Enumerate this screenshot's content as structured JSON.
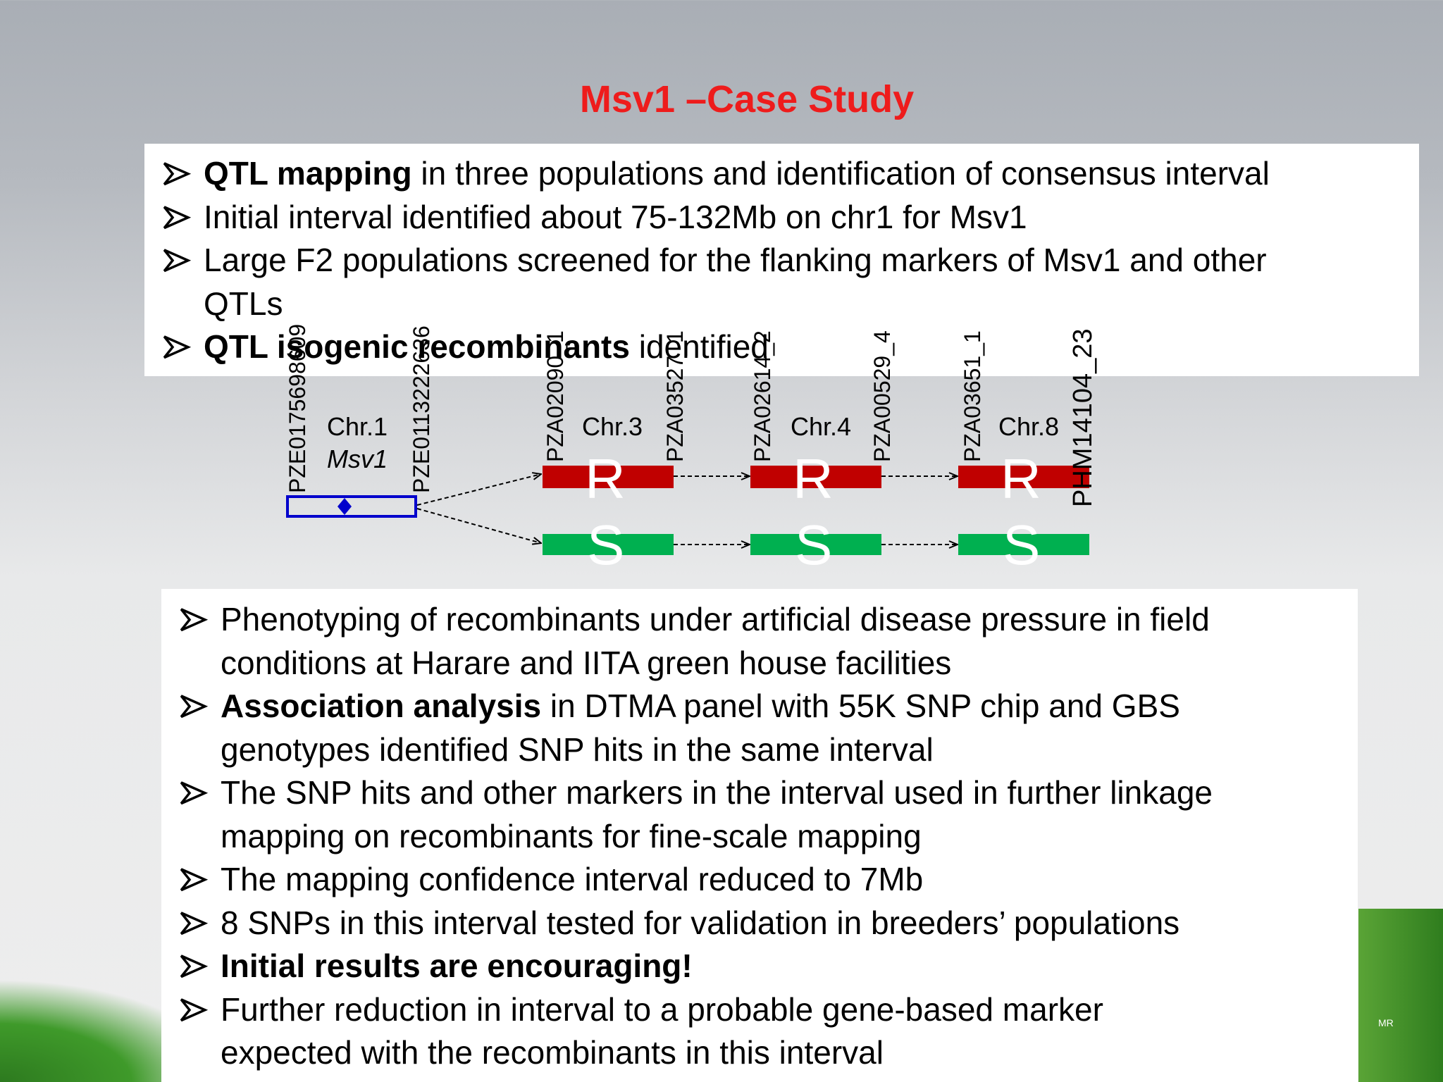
{
  "title": "Msv1 –Case Study",
  "box1": {
    "items": [
      {
        "bold": "QTL mapping",
        "rest": " in three populations and identification of consensus interval",
        "cont": ""
      },
      {
        "bold": "",
        "rest": "Initial interval identified about 75-132Mb on chr1 for Msv1",
        "cont": ""
      },
      {
        "bold": "",
        "rest": "Large F2 populations screened for the flanking markers of Msv1 and other",
        "cont": "QTLs"
      },
      {
        "bold": "QTL isogenic recombinants",
        "rest": " identified",
        "cont": ""
      }
    ]
  },
  "diagram": {
    "chr1": {
      "label": "Chr.1",
      "gene": "Msv1",
      "marker_left": "PZE0175698609",
      "marker_right": "PZE0113222636"
    },
    "chr3": {
      "label": "Chr.3",
      "marker_left": "PZA02090_1",
      "marker_right": "PZA03527_1"
    },
    "chr4": {
      "label": "Chr.4",
      "marker_left": "PZA02614_2",
      "marker_right": "PZA00529_4"
    },
    "chr8": {
      "label": "Chr.8",
      "marker_left": "PZA03651_1",
      "marker_right": "PHM14104_23"
    },
    "resistant_letter": "R",
    "susceptible_letter": "S",
    "colors": {
      "resistant": "#c00000",
      "susceptible": "#00b050",
      "chr1_box": "#0000cc"
    }
  },
  "box2": {
    "items": [
      {
        "bold": "",
        "rest": "Phenotyping of recombinants under artificial disease pressure in field",
        "cont": "conditions at Harare and IITA green house facilities"
      },
      {
        "bold": "Association analysis",
        "rest": " in DTMA panel with 55K SNP chip and GBS",
        "cont": "genotypes identified SNP hits in the same interval"
      },
      {
        "bold": "",
        "rest": "The SNP hits and other markers in the interval used in further linkage",
        "cont": "mapping on recombinants for fine-scale mapping"
      },
      {
        "bold": "",
        "rest": "The mapping confidence interval reduced to 7Mb",
        "cont": ""
      },
      {
        "bold": "",
        "rest": "8 SNPs in this interval tested for validation in breeders’ populations",
        "cont": ""
      },
      {
        "bold": "Initial results are encouraging!",
        "rest": "",
        "cont": ""
      },
      {
        "bold": "",
        "rest": "Further reduction in interval to a probable gene-based marker",
        "cont": "expected with the recombinants in this interval"
      }
    ]
  },
  "footer": {
    "mark": "MR"
  }
}
